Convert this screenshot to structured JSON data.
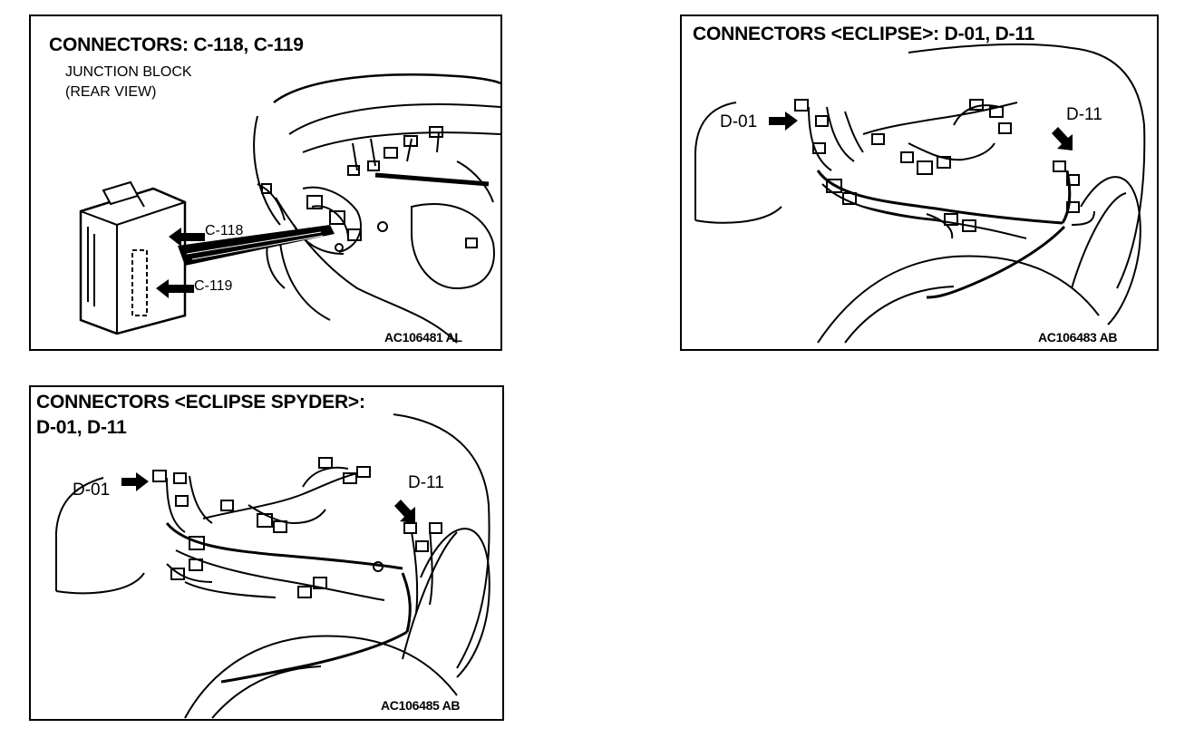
{
  "panel1": {
    "title": "CONNECTORS: C-118, C-119",
    "subtitle_line1": "JUNCTION BLOCK",
    "subtitle_line2": "(REAR VIEW)",
    "label_c118": "C-118",
    "label_c119": "C-119",
    "code": "AC106481 AL"
  },
  "panel2": {
    "title": "CONNECTORS <ECLIPSE>: D-01, D-11",
    "label_d01": "D-01",
    "label_d11": "D-11",
    "code": "AC106483 AB"
  },
  "panel3": {
    "title_line1": "CONNECTORS <ECLIPSE SPYDER>:",
    "title_line2": "D-01, D-11",
    "label_d01": "D-01",
    "label_d11": "D-11",
    "code": "AC106485 AB"
  }
}
